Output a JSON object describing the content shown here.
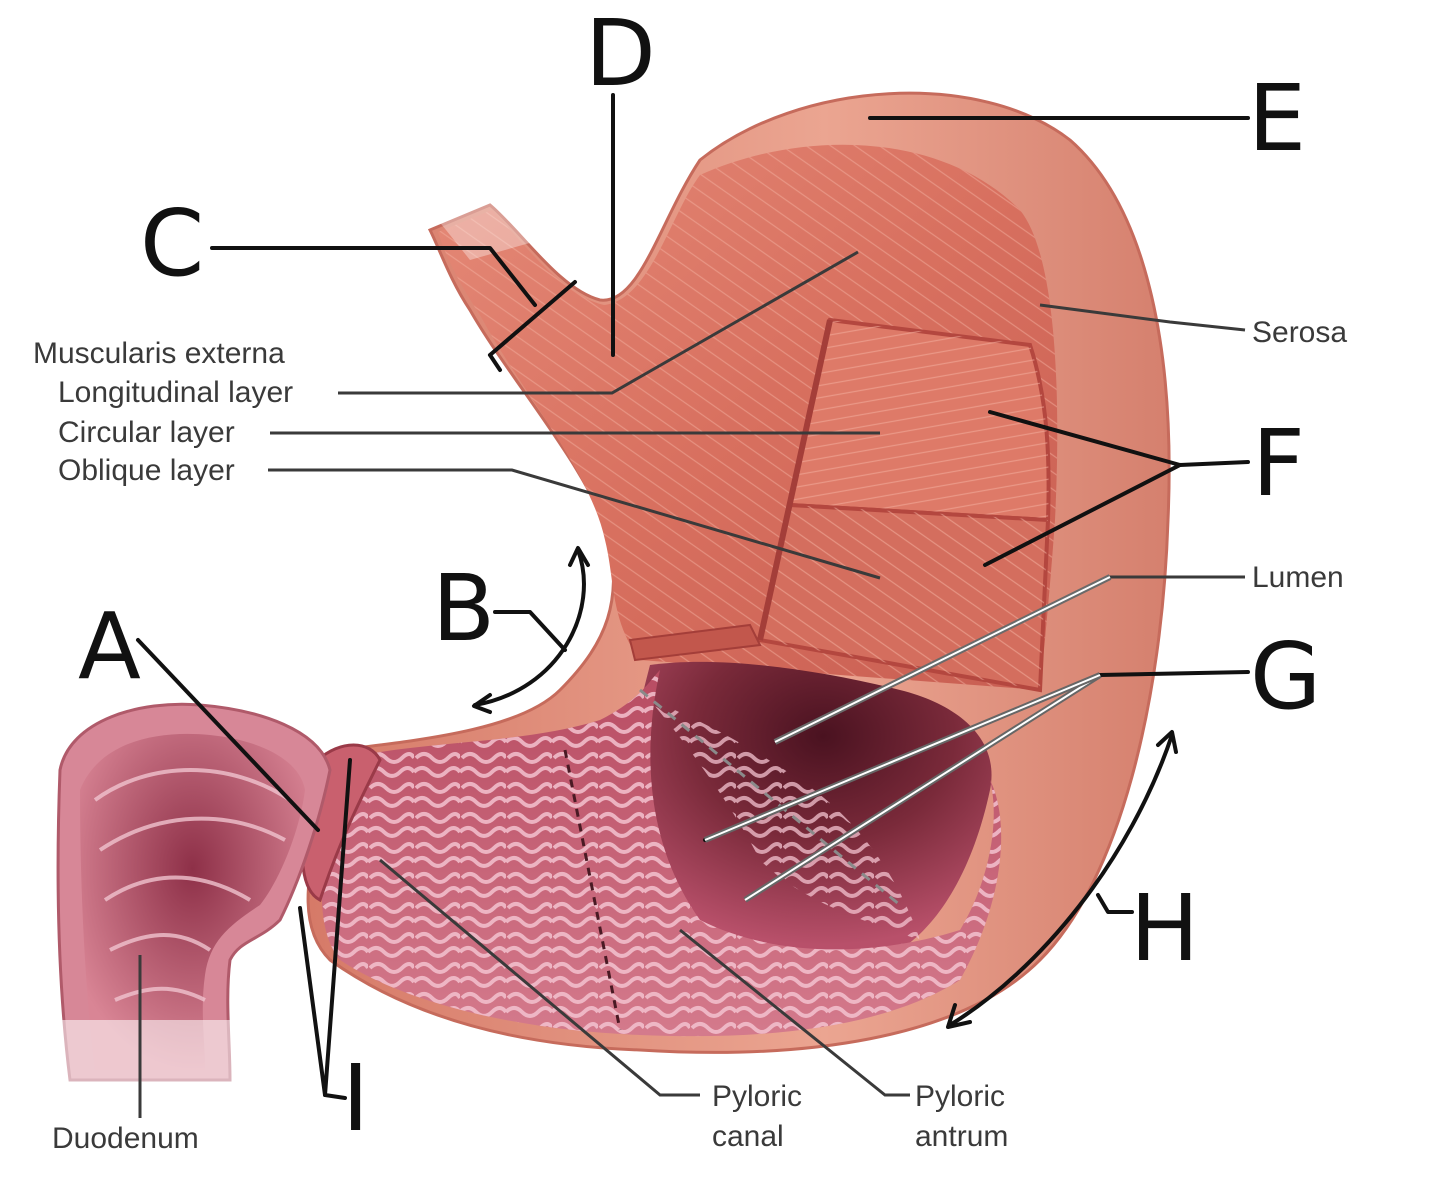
{
  "diagram": {
    "letters": {
      "A": "A",
      "B": "B",
      "C": "C",
      "D": "D",
      "E": "E",
      "F": "F",
      "G": "G",
      "H": "H",
      "I": "I"
    },
    "labels": {
      "muscularis_externa": "Muscularis externa",
      "longitudinal_layer": "Longitudinal layer",
      "circular_layer": "Circular layer",
      "oblique_layer": "Oblique layer",
      "serosa": "Serosa",
      "lumen": "Lumen",
      "duodenum": "Duodenum",
      "pyloric_canal_1": "Pyloric",
      "pyloric_canal_2": "canal",
      "pyloric_antrum_1": "Pyloric",
      "pyloric_antrum_2": "antrum"
    },
    "colors": {
      "serosa": "#e59a86",
      "muscle": "#d9705e",
      "muscle_dark": "#b84a44",
      "mucosa": "#c4596b",
      "mucosa_fold": "#f0bccb",
      "lumen_dark": "#5a1c28",
      "duodenum": "#c76577"
    }
  }
}
